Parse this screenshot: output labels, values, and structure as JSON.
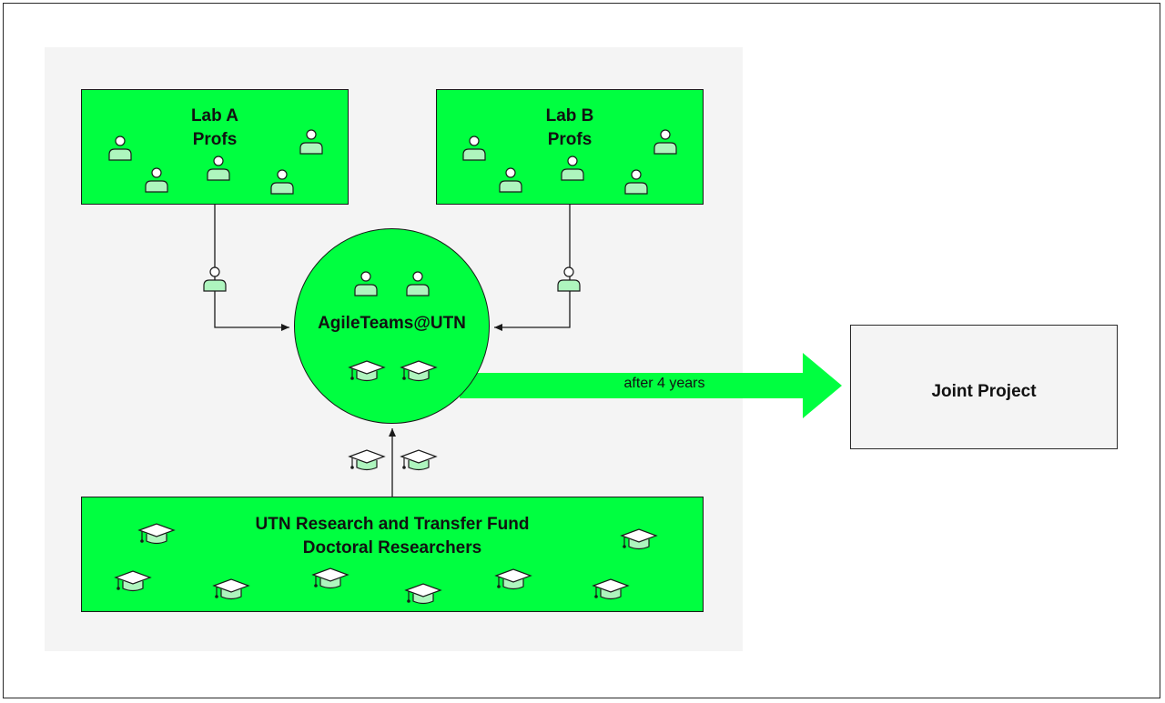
{
  "lab_a": {
    "line1": "Lab A",
    "line2": "Profs"
  },
  "lab_b": {
    "line1": "Lab B",
    "line2": "Profs"
  },
  "agile": {
    "label": "AgileTeams@UTN"
  },
  "fund": {
    "line1": "UTN Research and Transfer Fund",
    "line2": "Doctoral Researchers"
  },
  "transition": {
    "label": "after 4 years"
  },
  "joint": {
    "label": "Joint Project"
  },
  "colors": {
    "accent_green": "#00ff40",
    "icon_green": "#aef5be",
    "panel_grey": "#f4f4f4",
    "outline": "#1a1a1a"
  },
  "icons": {
    "person": "person-icon",
    "graduate": "graduation-cap-icon"
  }
}
